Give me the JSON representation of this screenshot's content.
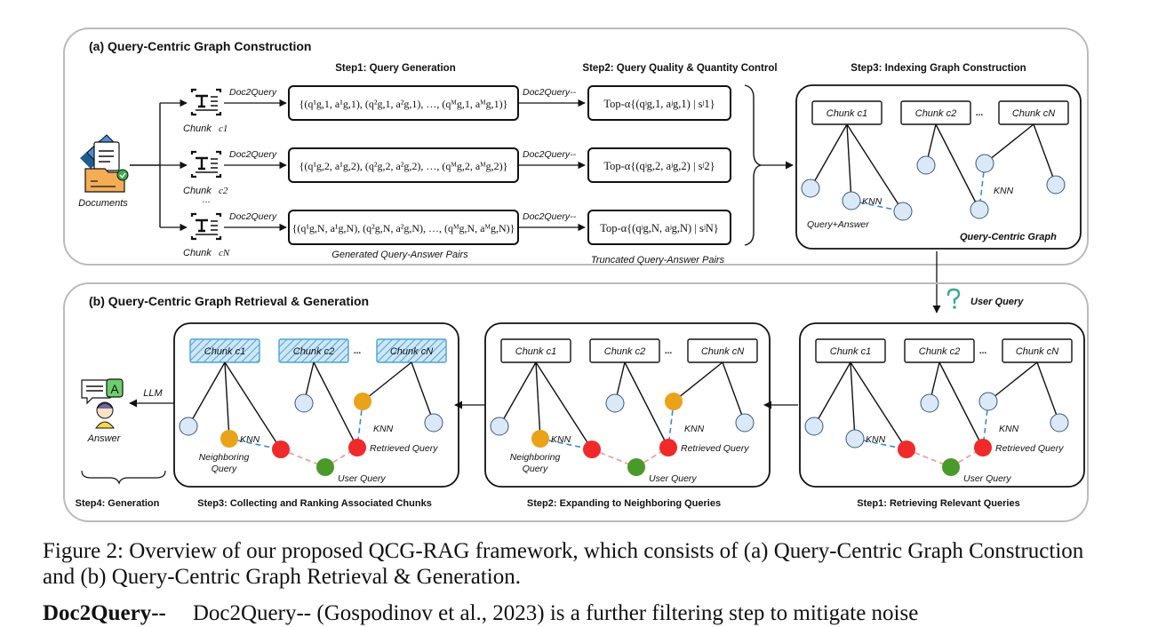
{
  "figure": {
    "panel_a": {
      "title": "(a) Query-Centric Graph Construction",
      "step1_title": "Step1: Query Generation",
      "step2_title": "Step2: Query Quality & Quantity Control",
      "step3_title": "Step3: Indexing Graph Construction",
      "documents_label": "Documents",
      "ellipsis": "...",
      "rows": [
        {
          "chunk_label": "Chunk",
          "chunk_sub": "c1",
          "gen_arrow": "Doc2Query",
          "generated": "{(q¹g,1, a¹g,1), (q²g,1, a²g,1), …, (qᴹg,1, aᴹg,1)}",
          "filter_arrow": "Doc2Query--",
          "truncated": "Top-α{(qʲg,1, aʲg,1) | sʲ1}"
        },
        {
          "chunk_label": "Chunk",
          "chunk_sub": "c2",
          "gen_arrow": "Doc2Query",
          "generated": "{(q¹g,2, a¹g,2), (q²g,2, a²g,2), …, (qᴹg,2, aᴹg,2)}",
          "filter_arrow": "Doc2Query--",
          "truncated": "Top-α{(qʲg,2, aʲg,2) | sʲ2}"
        },
        {
          "chunk_label": "Chunk",
          "chunk_sub": "cN",
          "gen_arrow": "Doc2Query",
          "generated": "{(q¹g,N, a¹g,N), (q²g,N, a²g,N), …, (qᴹg,N, aᴹg,N)}",
          "filter_arrow": "Doc2Query--",
          "truncated": "Top-α{(qʲg,N, aʲg,N) | sʲN}"
        }
      ],
      "generated_caption": "Generated Query-Answer Pairs",
      "truncated_caption": "Truncated Query-Answer Pairs",
      "graph": {
        "chunks": [
          "Chunk  c1",
          "Chunk  c2",
          "Chunk  cN"
        ],
        "dots": "...",
        "knn": "KNN",
        "node_label": "Query+Answer",
        "graph_label": "Query-Centric Graph"
      }
    },
    "panel_b": {
      "title": "(b) Query-Centric Graph Retrieval & Generation",
      "user_query_label": "User Query",
      "llm_label": "LLM",
      "answer_label": "Answer",
      "step1_title": "Step1: Retrieving Relevant Queries",
      "step2_title": "Step2: Expanding to Neighboring Queries",
      "step3_title": "Step3: Collecting and Ranking Associated Chunks",
      "step4_title": "Step4: Generation",
      "graph": {
        "chunks": [
          "Chunk  c1",
          "Chunk  c2",
          "Chunk  cN"
        ],
        "dots": "...",
        "knn": "KNN",
        "retrieved": "Retrieved Query",
        "user": "User Query",
        "neighboring": "Neighboring",
        "neighboring2": "Query"
      }
    },
    "colors": {
      "node_default": "#dbe8f7",
      "node_retrieved": "#f02a2a",
      "node_user": "#4a9a2a",
      "node_neighbor": "#e9a21a",
      "knn_edge": "#3a8ad6",
      "user_edge": "#f0a0a0",
      "hatch": "#4aa3d6",
      "question_mark": "#3aaa8a"
    }
  },
  "caption": {
    "text": "Figure 2: Overview of our proposed QCG-RAG framework, which consists of (a) Query-Centric Graph Construction and (b) Query-Centric Graph Retrieval & Generation."
  },
  "body": {
    "heading": "Doc2Query--",
    "text": "Doc2Query-- (Gospodinov et al., 2023) is a further filtering step to mitigate noise"
  }
}
